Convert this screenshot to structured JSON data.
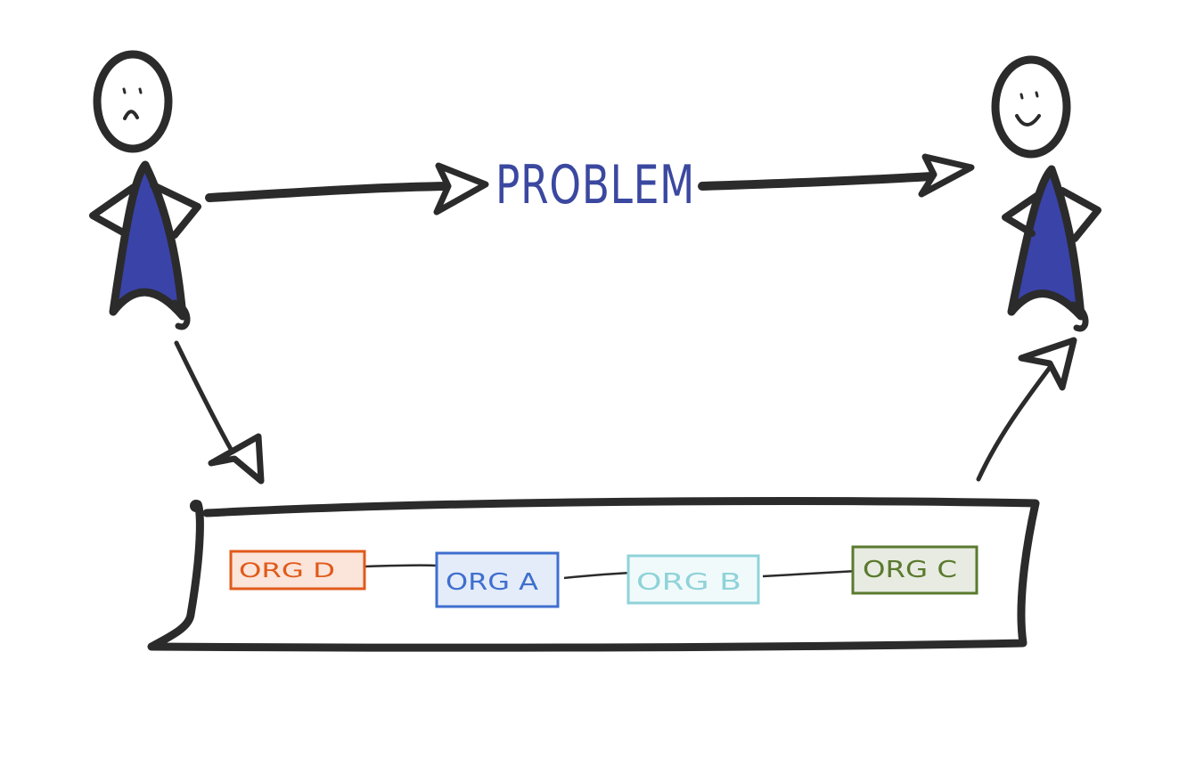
{
  "problem_label": "PROBLEM",
  "colors": {
    "ink": "#2b2b2b",
    "robe": "#3a43a8",
    "problem_text": "#3b48a0",
    "org_d": "#e05a1a",
    "org_d_fill": "#fbe4d9",
    "org_a": "#3f6fcf",
    "org_a_fill": "#e4ecf9",
    "org_b": "#8fd3d9",
    "org_b_fill": "#f1fafb",
    "org_c": "#5a7a2e",
    "org_c_fill": "#e7ebe1"
  },
  "people": [
    {
      "mood": "sad",
      "icon": "sad-person-icon"
    },
    {
      "mood": "happy",
      "icon": "happy-person-icon"
    }
  ],
  "orgs": [
    {
      "id": "org_d",
      "label": "ORG D"
    },
    {
      "id": "org_a",
      "label": "ORG A"
    },
    {
      "id": "org_b",
      "label": "ORG B"
    },
    {
      "id": "org_c",
      "label": "ORG C"
    }
  ]
}
